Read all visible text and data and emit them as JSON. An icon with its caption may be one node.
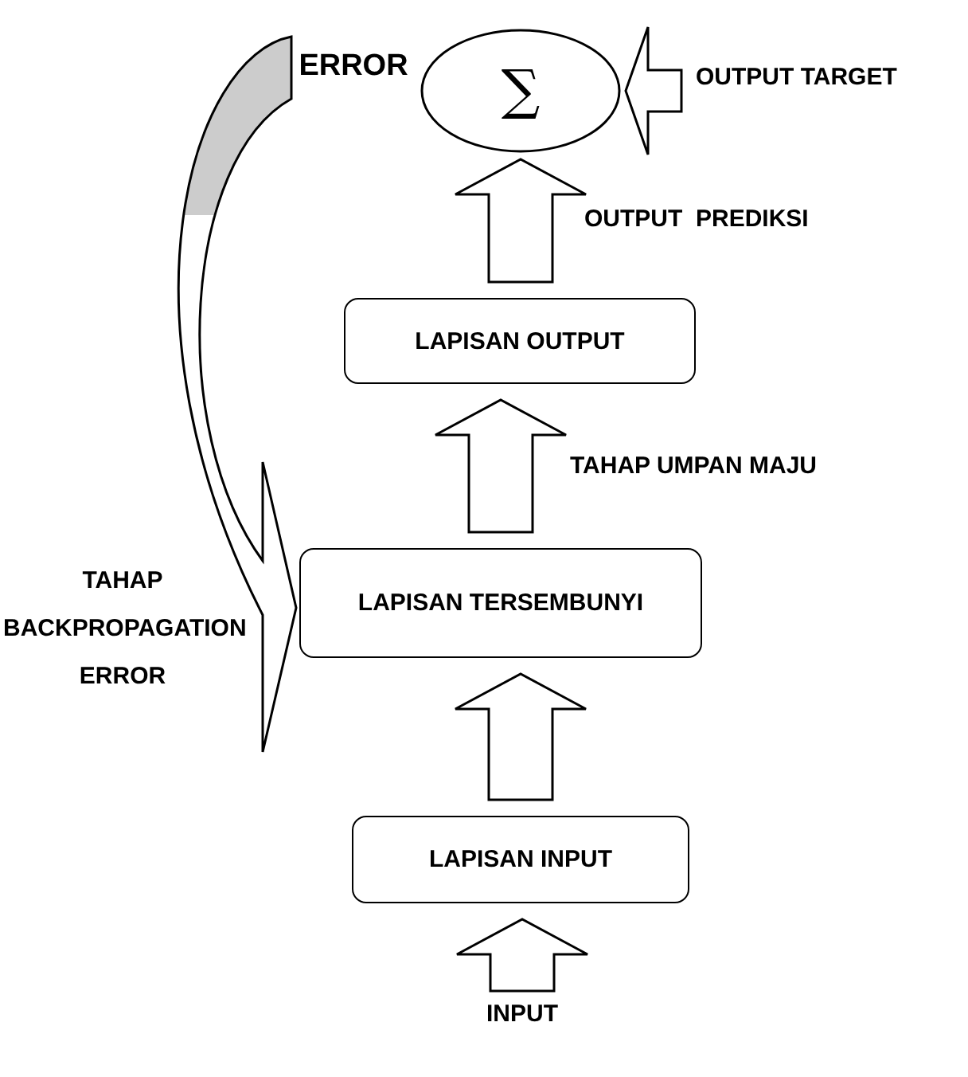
{
  "diagram": {
    "nodes": [
      {
        "text": [
          "∑"
        ]
      },
      {
        "text": [
          "LAPISAN OUTPUT"
        ]
      },
      {
        "text": [
          "LAPISAN TERSEMBUNYI"
        ]
      },
      {
        "text": [
          "LAPISAN INPUT"
        ]
      },
      {
        "text": [
          "INPUT"
        ]
      },
      {
        "text": [
          "ERROR"
        ]
      }
    ],
    "edges": [
      {
        "from": 4,
        "to": 3,
        "arrow": "to"
      },
      {
        "from": 3,
        "to": 2,
        "arrow": "to"
      },
      {
        "from": 2,
        "to": 1,
        "arrow": "to",
        "label": "TAHAP UMPAN MAJU"
      },
      {
        "from": 1,
        "to": 0,
        "arrow": "to",
        "label": "OUTPUT  PREDIKSI"
      },
      {
        "from": null,
        "to": 0,
        "arrow": "to",
        "label": "OUTPUT TARGET"
      },
      {
        "from": 5,
        "to": 2,
        "arrow": "to"
      }
    ],
    "labels": [
      "TAHAP BACKPROPAGATION ERROR"
    ]
  }
}
